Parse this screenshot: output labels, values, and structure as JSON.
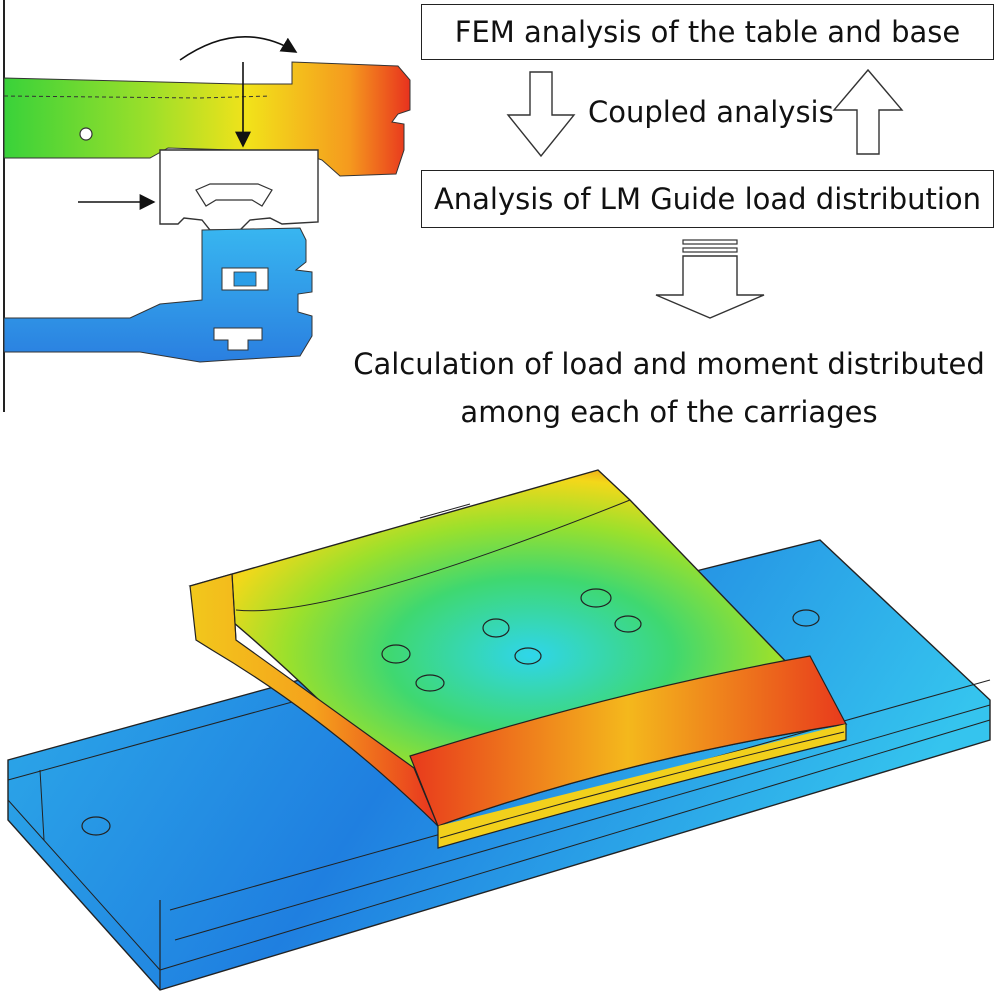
{
  "flow": {
    "step1": "FEM analysis of the table and base",
    "coupling": "Coupled analysis",
    "step2": "Analysis of LM Guide load distribution",
    "result_line1": "Calculation of load and moment distributed",
    "result_line2": "among each of the carriages"
  },
  "colors": {
    "stress_high": "#e8321e",
    "stress_mid": "#f2e21a",
    "stress_low_mid": "#39d23a",
    "stress_low": "#2fc8e8",
    "stress_min": "#1f7fe0"
  },
  "icons": {
    "down_arrow": "hollow-down-arrow",
    "up_arrow": "hollow-up-arrow",
    "result_arrow": "hollow-striped-down-arrow",
    "rotation_arrow": "curved-arrow"
  }
}
